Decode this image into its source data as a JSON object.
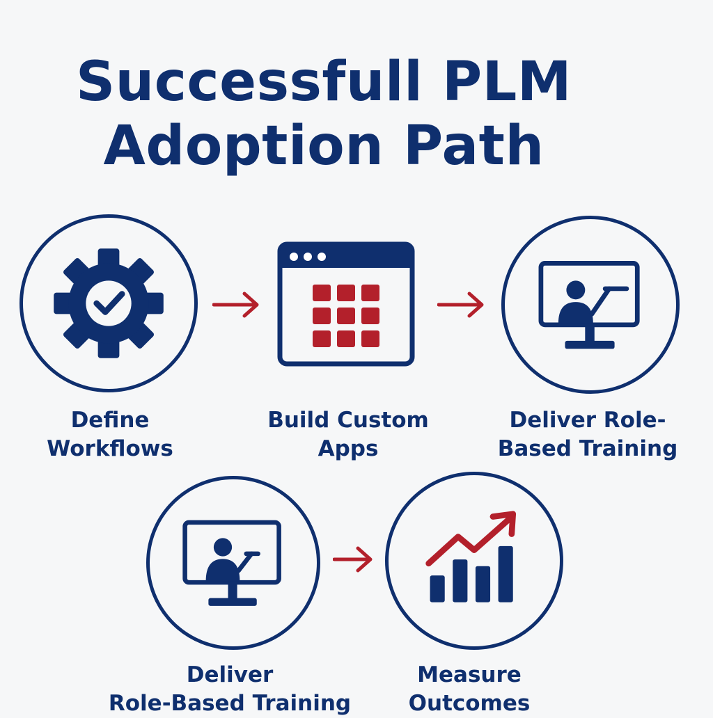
{
  "title": {
    "line1": "Successfull PLM",
    "line2": "Adoption Path"
  },
  "steps": [
    {
      "line1": "Define",
      "line2": "Workflows",
      "icon": "gear-check-icon"
    },
    {
      "line1": "Build Custom",
      "line2": "Apps",
      "icon": "app-grid-window-icon"
    },
    {
      "line1": "Deliver Role-",
      "line2": "Based Training",
      "icon": "monitor-presenter-icon"
    },
    {
      "line1": "Deliver",
      "line2": "Role-Based Training",
      "icon": "monitor-presenter-icon"
    },
    {
      "line1": "Measure",
      "line2": "Outcomes",
      "icon": "growth-chart-icon"
    }
  ],
  "colors": {
    "primary": "#0f2f6e",
    "accent": "#b3202b",
    "background": "#f6f7f8"
  }
}
